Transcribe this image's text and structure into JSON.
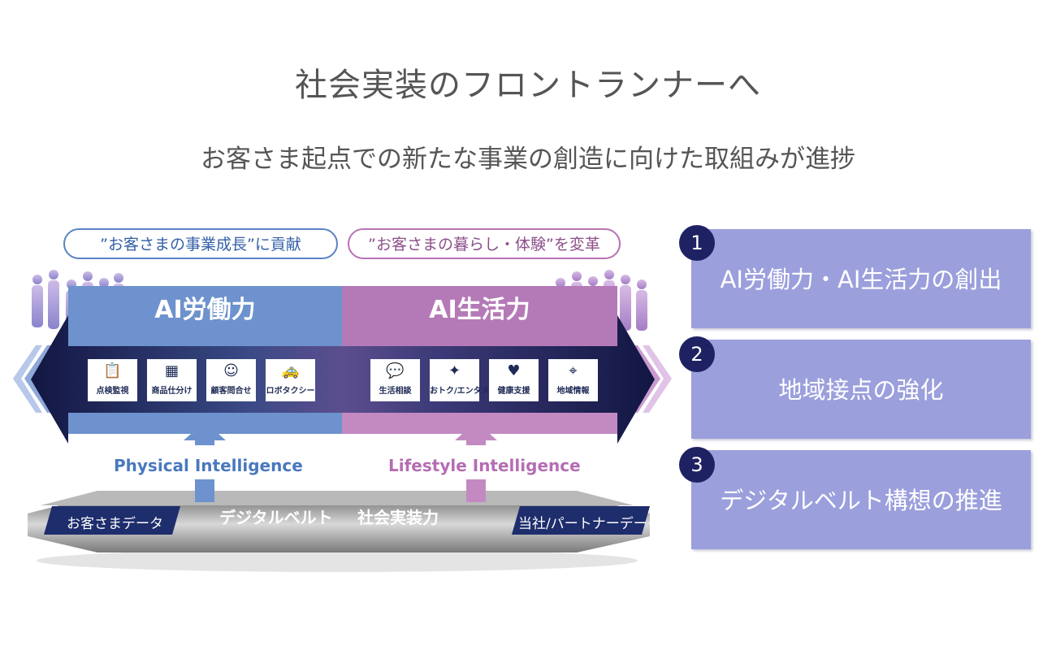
{
  "title": "社会実装のフロントランナーへ",
  "subtitle": "お客さま起点での新たな事業の創造に向けた取組みが進捗",
  "left": {
    "pill": "”お客さまの事業成長”に貢献",
    "band_title": "AI労働力",
    "intelligence": "Physical Intelligence",
    "cards": [
      {
        "icon": "clipboard-check-icon",
        "glyph": "📋",
        "label": "点検監視"
      },
      {
        "icon": "boxes-sort-icon",
        "glyph": "▦",
        "label": "商品仕分け"
      },
      {
        "icon": "person-headset-icon",
        "glyph": "☺",
        "label": "顧客問合せ"
      },
      {
        "icon": "robot-taxi-icon",
        "glyph": "🚕",
        "label": "ロボタクシー"
      }
    ],
    "data_label": "お客さまデータ"
  },
  "right": {
    "pill": "”お客さまの暮らし・体験”を変革",
    "band_title": "AI生活力",
    "intelligence": "Lifestyle Intelligence",
    "cards": [
      {
        "icon": "chat-consult-icon",
        "glyph": "💬",
        "label": "生活相談"
      },
      {
        "icon": "party-popper-icon",
        "glyph": "✦",
        "label": "おトク/エンタメ"
      },
      {
        "icon": "heart-health-icon",
        "glyph": "♥",
        "label": "健康支援"
      },
      {
        "icon": "map-pin-icon",
        "glyph": "⌖",
        "label": "地域情報"
      }
    ],
    "data_label": "当社/パートナーデータ"
  },
  "base": {
    "digital_belt": "デジタルベルト",
    "social_impl": "社会実装力"
  },
  "items": [
    {
      "num": "1",
      "text": "AI労働力・AI生活力の創出"
    },
    {
      "num": "2",
      "text": "地域接点の強化"
    },
    {
      "num": "3",
      "text": "デジタルベルト構想の推進"
    }
  ],
  "colors": {
    "left_blue": "#6d92cd",
    "right_purple": "#b47ab7",
    "arrow_navy": "#1c2358",
    "box_lavender": "#9b9fdc",
    "badge_navy": "#1f2262"
  }
}
